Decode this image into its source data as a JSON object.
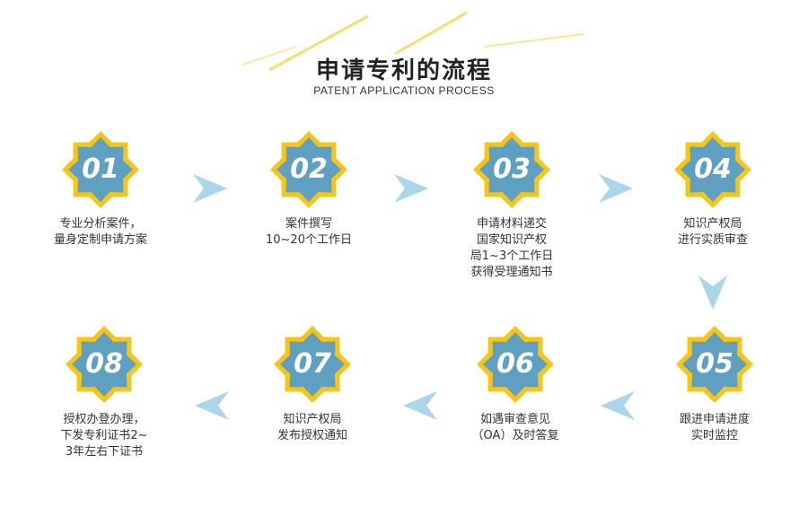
{
  "header": {
    "title": "申请专利的流程",
    "subtitle": "PATENT APPLICATION PROCESS"
  },
  "colors": {
    "star_outer": "#f5c518",
    "star_inner": "#5f9fc1",
    "arrow": "#a9d6e8",
    "deco_line": "#f8d44a"
  },
  "steps": [
    {
      "num": "01",
      "lines": [
        "专业分析案件，",
        "量身定制申请方案"
      ]
    },
    {
      "num": "02",
      "lines": [
        "案件撰写",
        "10~20个工作日"
      ]
    },
    {
      "num": "03",
      "lines": [
        "申请材料递交",
        "国家知识产权",
        "局1~3个工作日",
        "获得受理通知书"
      ]
    },
    {
      "num": "04",
      "lines": [
        "知识产权局",
        "进行实质审查"
      ]
    },
    {
      "num": "05",
      "lines": [
        "跟进申请进度",
        "实时监控"
      ]
    },
    {
      "num": "06",
      "lines": [
        "如遇审查意见",
        "（OA）及时答复"
      ]
    },
    {
      "num": "07",
      "lines": [
        "知识产权局",
        "发布授权通知"
      ]
    },
    {
      "num": "08",
      "lines": [
        "授权办登办理，",
        "下发专利证书2~",
        "3年左右下证书"
      ]
    }
  ]
}
